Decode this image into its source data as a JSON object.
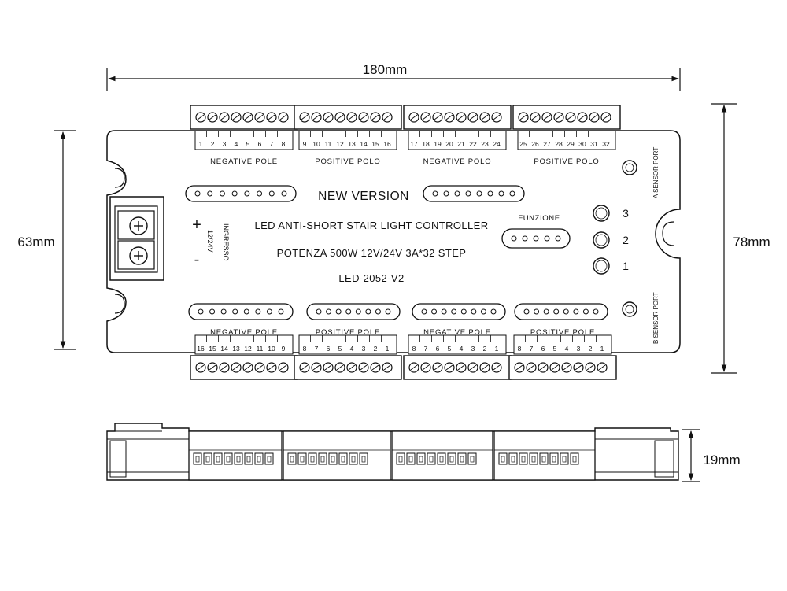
{
  "dimensions": {
    "width": "180mm",
    "height_board": "63mm",
    "height_total": "78mm",
    "thickness": "19mm"
  },
  "board": {
    "version": "NEW VERSION",
    "title": "LED ANTI-SHORT STAIR LIGHT CONTROLLER",
    "power": "POTENZA 500W 12V/24V 3A*32 STEP",
    "model": "LED-2052-V2",
    "input_label": "INGRESSO",
    "input_voltage": "12/24V",
    "plus": "+",
    "minus": "-",
    "function_label": "FUNZIONE",
    "sensor_a": "A SENSOR PORT",
    "sensor_b": "B SENSOR PORT",
    "buttons": [
      "3",
      "2",
      "1"
    ]
  },
  "top_blocks": [
    {
      "label": "NEGATIVE POLE",
      "pins": [
        "1",
        "2",
        "3",
        "4",
        "5",
        "6",
        "7",
        "8"
      ]
    },
    {
      "label": "POSITIVE POLO",
      "pins": [
        "9",
        "10",
        "11",
        "12",
        "13",
        "14",
        "15",
        "16"
      ]
    },
    {
      "label": "NEGATIVE POLO",
      "pins": [
        "17",
        "18",
        "19",
        "20",
        "21",
        "22",
        "23",
        "24"
      ]
    },
    {
      "label": "POSITIVE POLO",
      "pins": [
        "25",
        "26",
        "27",
        "28",
        "29",
        "30",
        "31",
        "32"
      ]
    }
  ],
  "bottom_blocks": [
    {
      "label": "NEGATIVE POLE",
      "pins": [
        "16",
        "15",
        "14",
        "13",
        "12",
        "11",
        "10",
        "9"
      ]
    },
    {
      "label": "POSITIVE POLE",
      "pins": [
        "8",
        "7",
        "6",
        "5",
        "4",
        "3",
        "2",
        "1"
      ]
    },
    {
      "label": "NEGATIVE POLE",
      "pins": [
        "8",
        "7",
        "6",
        "5",
        "4",
        "3",
        "2",
        "1"
      ]
    },
    {
      "label": "POSITIVE POLE",
      "pins": [
        "8",
        "7",
        "6",
        "5",
        "4",
        "3",
        "2",
        "1"
      ]
    }
  ]
}
